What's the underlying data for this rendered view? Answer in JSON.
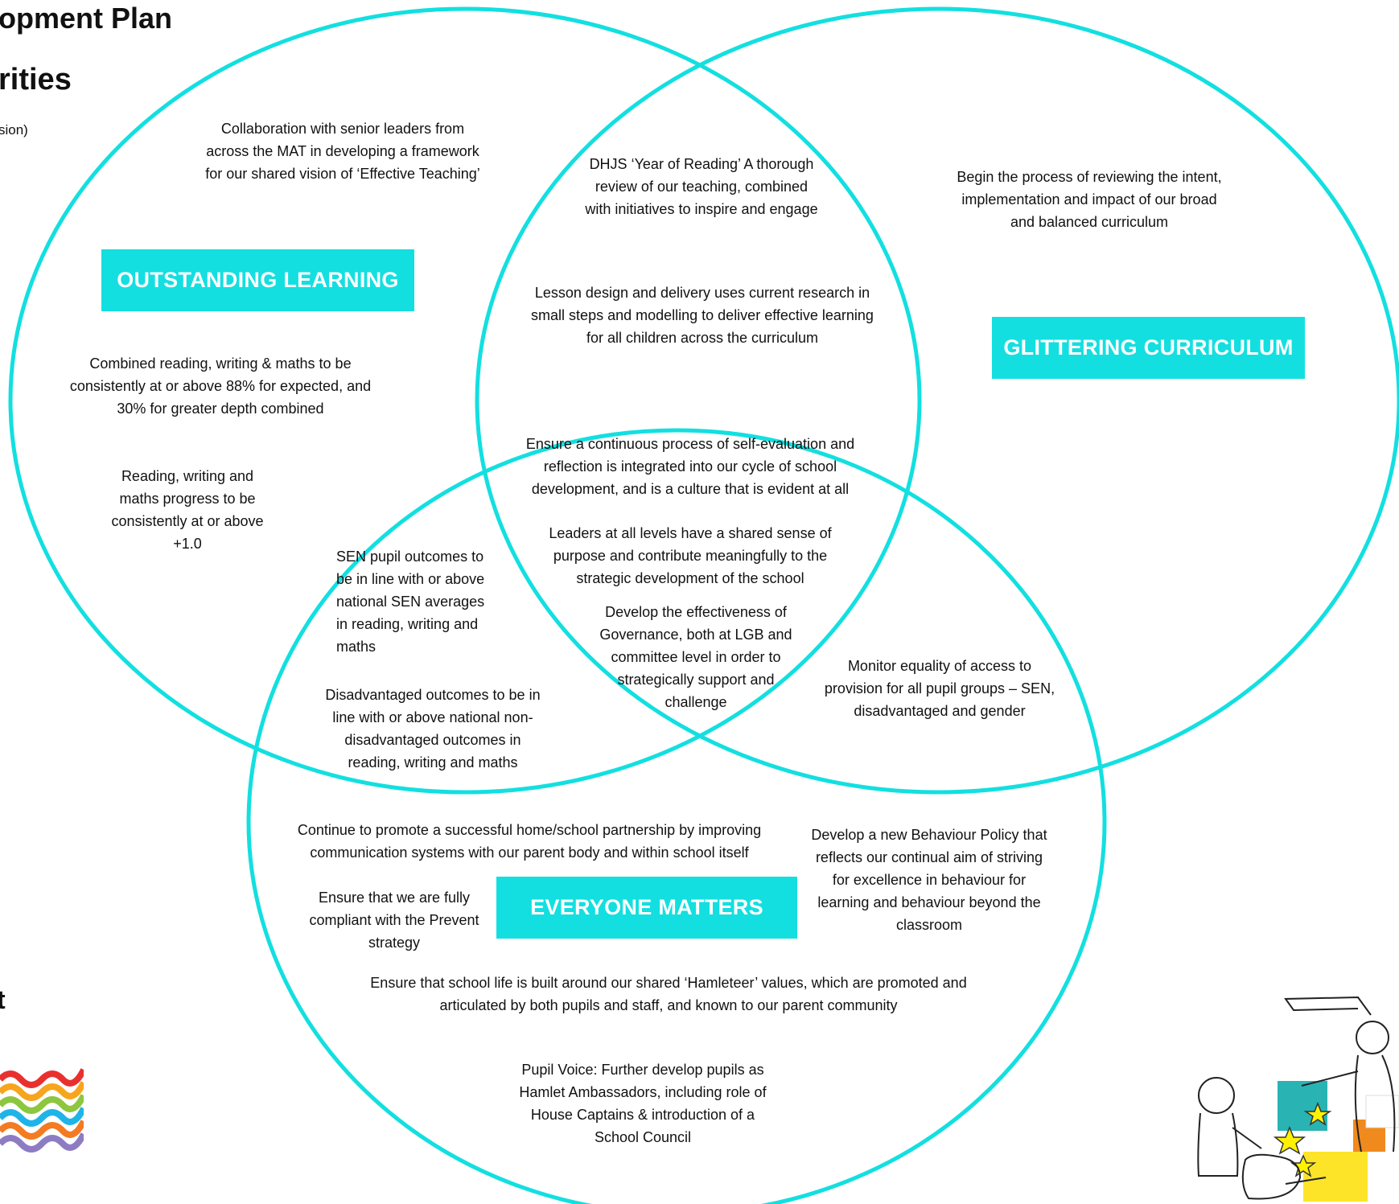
{
  "header": {
    "title": "opment Plan",
    "subtitle": "rities",
    "note": "sion)",
    "footer_fragment": "t"
  },
  "colors": {
    "circle": "#13dfe0",
    "label_bg": "#13dfe0",
    "label_text": "#ffffff",
    "logo_waves": [
      "#e8312f",
      "#f7a51c",
      "#8dc63f",
      "#1fb4e8",
      "#f37b21",
      "#8e7cc3"
    ]
  },
  "labels": {
    "outstanding": "OUTSTANDING LEARNING",
    "glittering": "GLITTERING CURRICULUM",
    "everyone": "EVERYONE MATTERS"
  },
  "texts": {
    "collaboration": "Collaboration with senior leaders from across the MAT in developing a framework for our shared vision of ‘Effective Teaching’",
    "combined": "Combined reading, writing & maths to be consistently at or above 88% for expected, and 30% for greater depth combined",
    "progress": "Reading, writing and maths progress to be consistently at or above +1.0",
    "dhjs": "DHJS ‘Year of Reading’ A thorough review of our teaching, combined with initiatives to inspire and engage",
    "lesson": "Lesson design and delivery uses current research in small steps and modelling to deliver effective learning for all children across the curriculum",
    "begin": "Begin the process of reviewing the intent, implementation and impact of our broad and balanced curriculum",
    "ensure_continuous": "Ensure a continuous process of self-evaluation and reflection is integrated into our cycle of school development, and is a culture that is evident at all",
    "leaders": "Leaders at all levels have a shared sense of purpose and contribute meaningfully to the strategic development of the school",
    "governance": "Develop the effectiveness of Governance, both at LGB and committee level in order to strategically support and challenge",
    "sen": "SEN pupil outcomes to be in line with or above national SEN averages in reading, writing and maths",
    "disadvantaged": "Disadvantaged outcomes to be in line with or above national non-disadvantaged outcomes in reading, writing and maths",
    "monitor": "Monitor equality of access to provision for all pupil groups – SEN, disadvantaged and gender",
    "home_school": "Continue to promote a successful home/school partnership by improving communication systems with our parent body and within school itself",
    "prevent": "Ensure that we are fully compliant with the Prevent strategy",
    "behaviour": "Develop a new Behaviour Policy that reflects our continual aim of striving for excellence in behaviour for learning and behaviour beyond the classroom",
    "hamleteer": "Ensure that school life is built around our shared ‘Hamleteer’ values, which are promoted and articulated by both pupils and staff, and known to our parent community",
    "pupil_voice": "Pupil Voice: Further develop pupils as Hamlet Ambassadors, including role of House Captains & introduction of a School Council"
  }
}
